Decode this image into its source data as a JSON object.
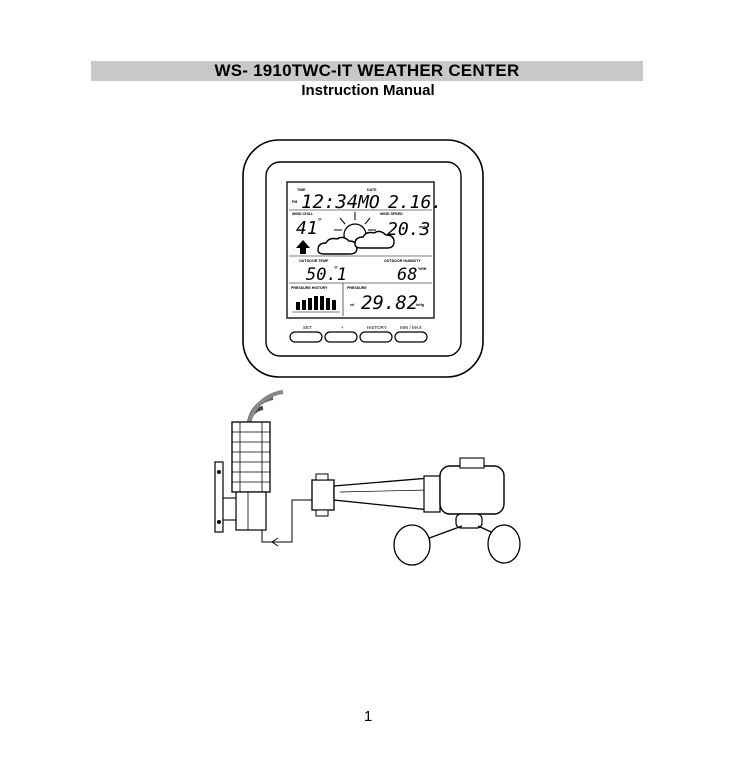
{
  "document": {
    "title": "WS- 1910TWC-IT WEATHER CENTER",
    "subtitle": "Instruction Manual",
    "page_number": "1"
  },
  "display": {
    "time_label": "TIME",
    "pm_indicator": "PM",
    "time_value": "12:34",
    "date_label": "DATE",
    "date_day": "MO",
    "date_value": "2.16.",
    "wind_chill_label": "WIND CHILL",
    "wind_chill_value": "41",
    "wind_chill_unit": "°F",
    "wind_speed_label": "WIND SPEED",
    "wind_speed_value": "20.3",
    "wind_speed_unit": "mph",
    "outdoor_temp_label": "OUTDOOR TEMP",
    "outdoor_temp_value": "50.1",
    "outdoor_temp_unit": "°F",
    "outdoor_humidity_label": "OUTDOOR HUMIDITY",
    "outdoor_humidity_value": "68",
    "outdoor_humidity_unit": "%RH",
    "pressure_history_label": "PRESSURE HISTORY",
    "pressure_label": "PRESSURE",
    "pressure_rel_label": "rel",
    "pressure_value": "29.82",
    "pressure_unit": "inHg"
  },
  "buttons": [
    {
      "label": "SET"
    },
    {
      "label": "+"
    },
    {
      "label": "HISTORY"
    },
    {
      "label": "MIN / MAX"
    }
  ]
}
